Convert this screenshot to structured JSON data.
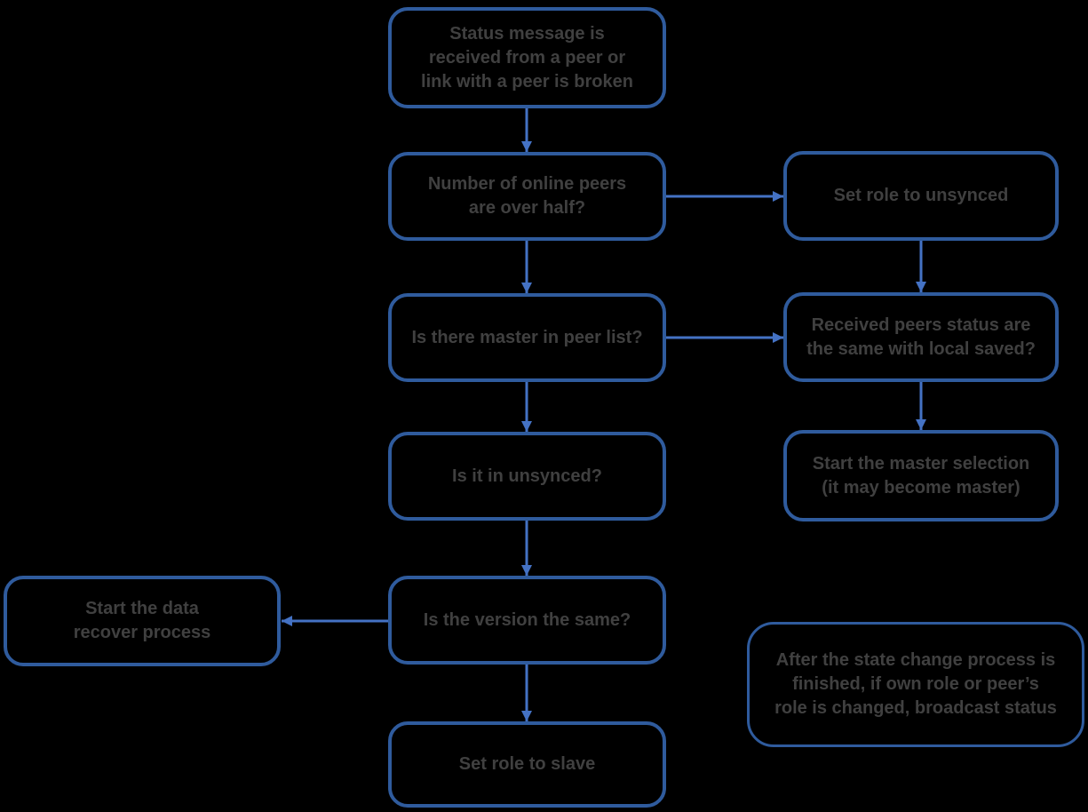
{
  "diagram": {
    "type": "flowchart",
    "background_color": "#000000",
    "box_border_color": "#2f5b9d",
    "arrow_color": "#4472c4",
    "text_color": "#404040"
  },
  "nodes": {
    "start": {
      "label": "Status message is\nreceived from a peer or\nlink with a peer is broken"
    },
    "peers_over_half": {
      "label": "Number of online peers\nare over half?"
    },
    "set_role_unsynced": {
      "label": "Set role to unsynced"
    },
    "master_in_list": {
      "label": "Is there master in peer list?"
    },
    "status_same": {
      "label": "Received peers status are\nthe same with local saved?"
    },
    "in_unsynced": {
      "label": "Is it in unsynced?"
    },
    "master_selection": {
      "label": "Start the master selection\n(it may become master)"
    },
    "version_same": {
      "label": "Is the version the same?"
    },
    "data_recover": {
      "label": "Start the data\nrecover process"
    },
    "set_role_slave": {
      "label": "Set role to slave"
    },
    "note": {
      "label": "After the state change process is\nfinished, if own role or peer’s\nrole is changed, broadcast status"
    }
  },
  "edges": [
    {
      "from": "start",
      "to": "peers_over_half"
    },
    {
      "from": "peers_over_half",
      "to": "set_role_unsynced"
    },
    {
      "from": "peers_over_half",
      "to": "master_in_list"
    },
    {
      "from": "set_role_unsynced",
      "to": "status_same"
    },
    {
      "from": "master_in_list",
      "to": "status_same"
    },
    {
      "from": "master_in_list",
      "to": "in_unsynced"
    },
    {
      "from": "status_same",
      "to": "master_selection"
    },
    {
      "from": "in_unsynced",
      "to": "version_same"
    },
    {
      "from": "version_same",
      "to": "data_recover"
    },
    {
      "from": "version_same",
      "to": "set_role_slave"
    }
  ]
}
